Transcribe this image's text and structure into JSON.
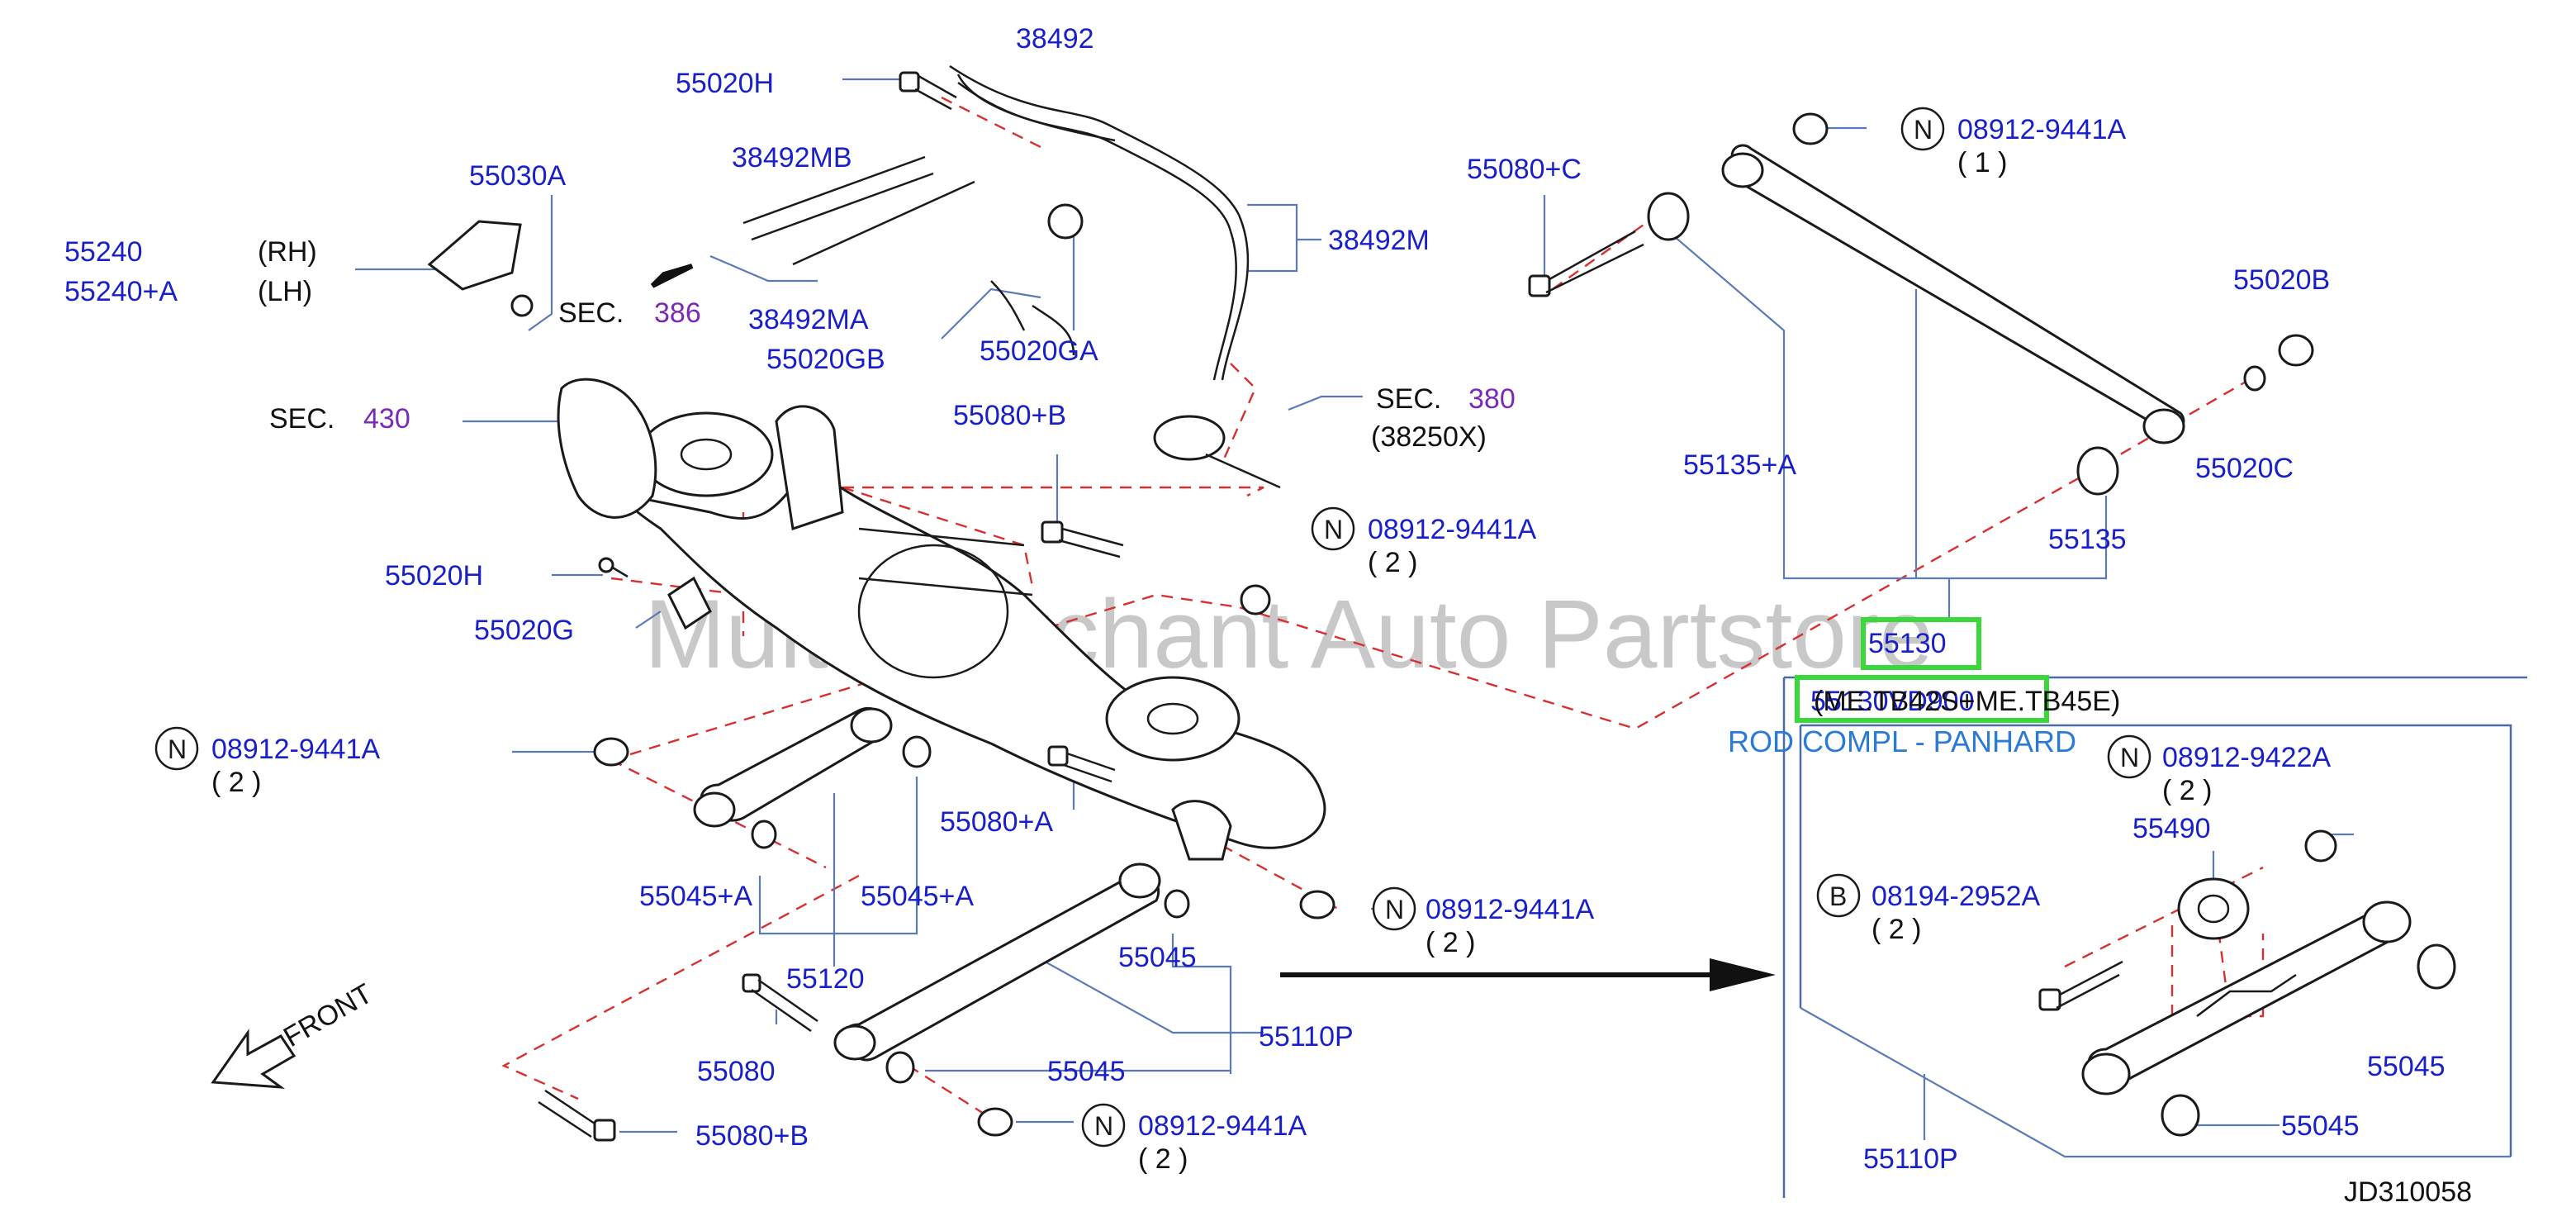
{
  "labels": {
    "p38492": "38492",
    "p55020h_top": "55020H",
    "p38492mb": "38492MB",
    "p55030a": "55030A",
    "p55240": "55240",
    "p55240a": "55240+A",
    "rh": "(RH)",
    "lh": "(LH)",
    "sec_word": "SEC.",
    "sec386": "386",
    "p38492ma": "38492MA",
    "p55020gb": "55020GB",
    "p55020ga": "55020GA",
    "p38492m": "38492M",
    "sec430": "430",
    "p55080b_mid": "55080+B",
    "sec380": "380",
    "p38250x": "(38250X)",
    "n_mid_part": "08912-9441A",
    "n_mid_qty": "( 2 )",
    "p55020h_left": "55020H",
    "p55020g": "55020G",
    "n_left_part": "08912-9441A",
    "n_left_qty": "( 2 )",
    "p55080a": "55080+A",
    "p55045a_l": "55045+A",
    "p55045a_r": "55045+A",
    "n_right_part": "08912-9441A",
    "n_right_qty": "( 2 )",
    "p55120": "55120",
    "p55045_a": "55045",
    "p55110p_main": "55110P",
    "p55080": "55080",
    "p55045_b": "55045",
    "p55080b_bot": "55080+B",
    "n_bot_part": "08912-9441A",
    "n_bot_qty": "( 2 )",
    "front": "FRONT",
    "n_top_part": "08912-9441A",
    "n_top_qty": "( 1 )",
    "p55080c": "55080+C",
    "p55020b": "55020B",
    "p55135a": "55135+A",
    "p55020c": "55020C",
    "p55135": "55135",
    "p55130": "55130",
    "p55130vd": "55130VD900",
    "model": "(ME.TB42S+ME.TB45E)",
    "rod_compl": "ROD COMPL - PANHARD",
    "n_inset_part": "08912-9422A",
    "n_inset_qty": "( 2 )",
    "p55490": "55490",
    "b_inset_part": "08194-2952A",
    "b_inset_qty": "( 2 )",
    "p55045_inset_a": "55045",
    "p55045_inset_b": "55045",
    "p55110p_inset": "55110P",
    "diagram_id": "JD310058",
    "watermark": "Multi-Merchant Auto Partstore",
    "n_symbol": "N",
    "b_symbol": "B"
  },
  "colors": {
    "part_number": "#1a20c8",
    "section_ref": "#7a2ab8",
    "rod_text": "#2a7ad8",
    "highlight": "#3ad83a",
    "dashed_line": "#d83030"
  }
}
